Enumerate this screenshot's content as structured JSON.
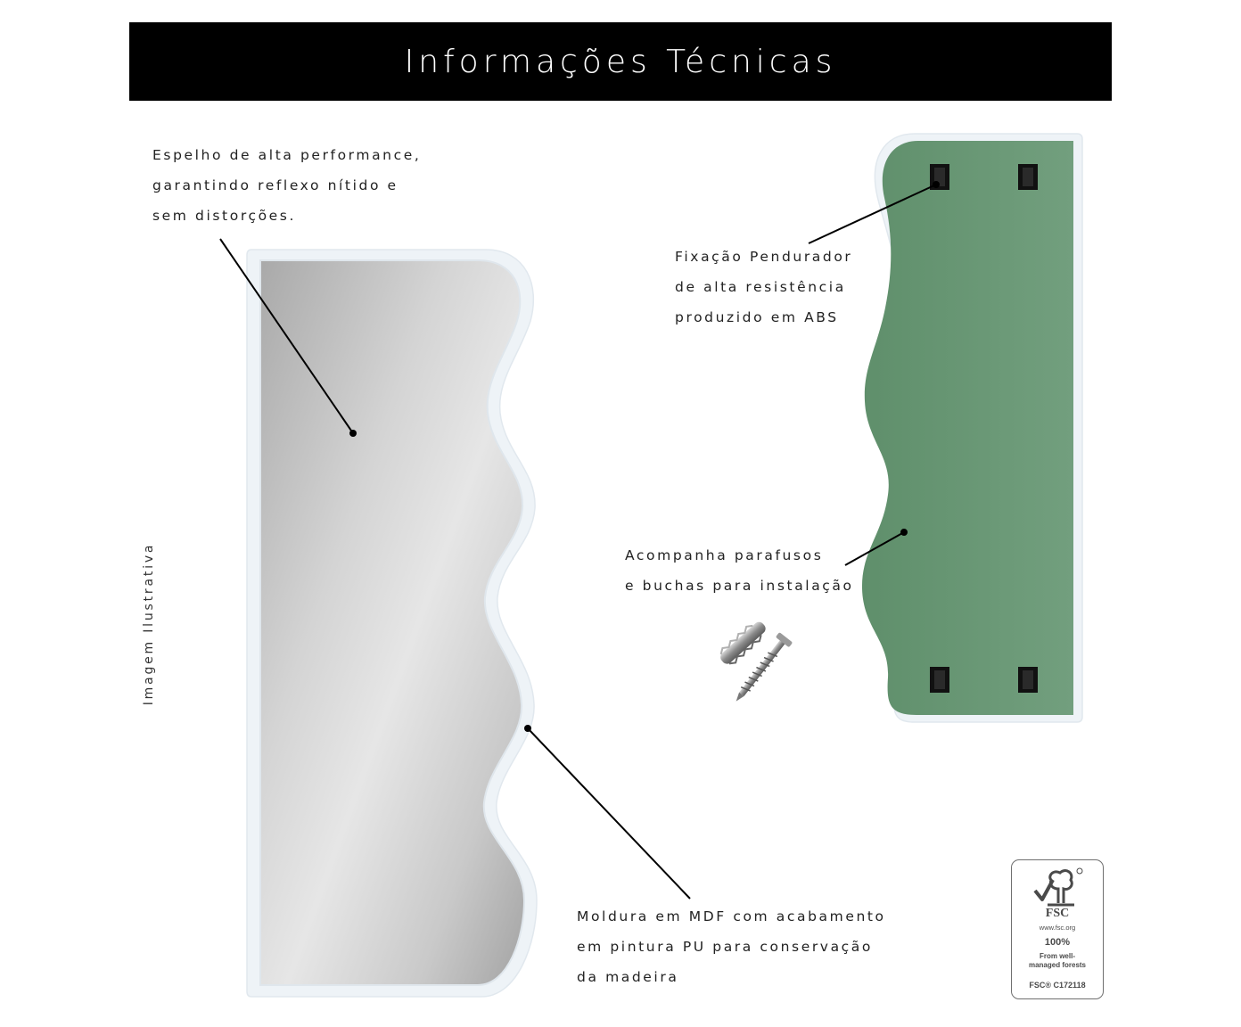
{
  "header": {
    "title": "Informações Técnicas"
  },
  "side_label": "Imagem Ilustrativa",
  "callouts": {
    "mirror": {
      "lines": [
        "Espelho de alta performance,",
        "garantindo reflexo nítido e",
        "sem distorções."
      ]
    },
    "hanger": {
      "lines": [
        "Fixação Pendurador",
        "de alta resistência",
        "produzido em ABS"
      ]
    },
    "screws": {
      "lines": [
        "Acompanha parafusos",
        "e buchas para instalação"
      ]
    },
    "frame": {
      "lines": [
        "Moldura em MDF com acabamento",
        "em pintura PU para conservação",
        "da madeira"
      ]
    }
  },
  "fsc_badge": {
    "name": "FSC",
    "url": "www.fsc.org",
    "percent": "100%",
    "source_lines": [
      "From well-",
      "managed forests"
    ],
    "code": "FSC® C172118"
  },
  "colors": {
    "banner": "#000000",
    "back_panel": "#6a9a76",
    "frame": "#eef3f7"
  }
}
